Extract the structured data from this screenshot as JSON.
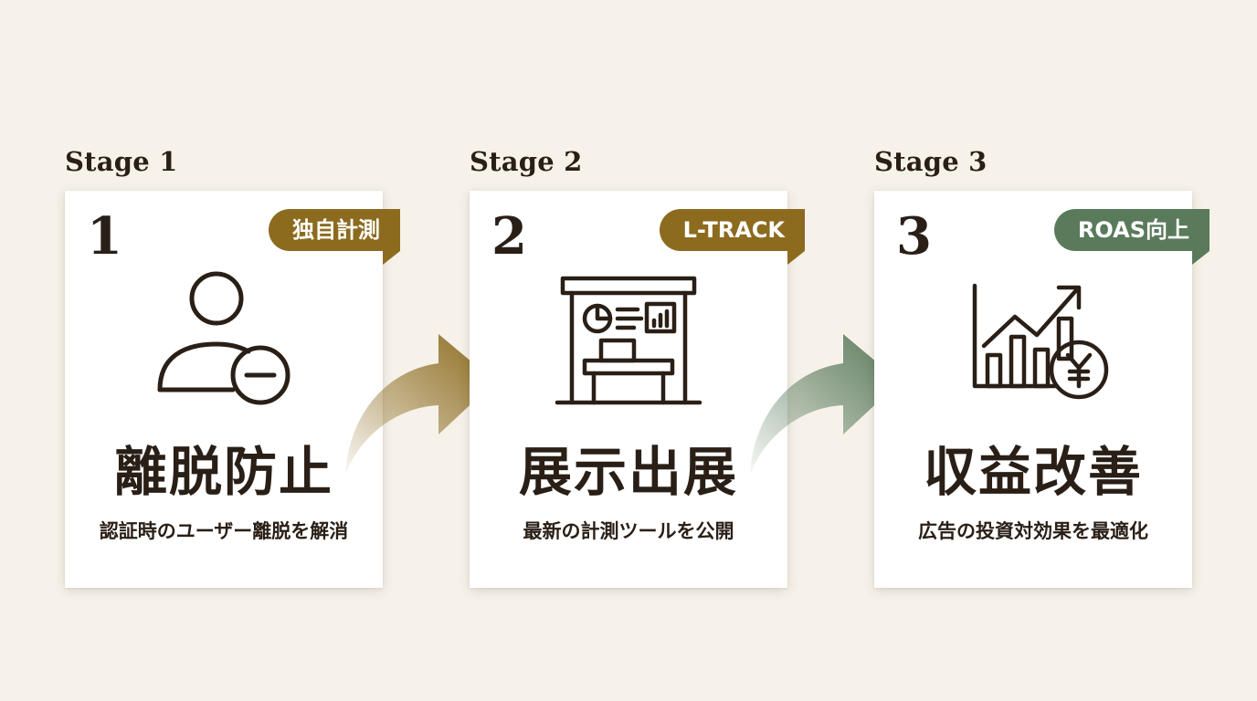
{
  "stages": [
    {
      "stage_label": "Stage 1",
      "number": "1",
      "tag": "独自計測",
      "tag_color": "#8c6b1f",
      "icon": "user-minus-icon",
      "title": "離脱防止",
      "subtitle": "認証時のユーザー離脱を解消"
    },
    {
      "stage_label": "Stage 2",
      "number": "2",
      "tag": "L-TRACK",
      "tag_color": "#8c6b1f",
      "icon": "exhibition-booth-icon",
      "title": "展示出展",
      "subtitle": "最新の計測ツールを公開"
    },
    {
      "stage_label": "Stage 3",
      "number": "3",
      "tag": "ROAS向上",
      "tag_color": "#5a7a5c",
      "icon": "revenue-growth-yen-icon",
      "title": "収益改善",
      "subtitle": "広告の投資対効果を最適化"
    }
  ],
  "arrows": [
    {
      "icon": "curved-arrow-icon",
      "color": "#8c6b1f"
    },
    {
      "icon": "curved-arrow-icon",
      "color": "#5a7a5c"
    }
  ]
}
